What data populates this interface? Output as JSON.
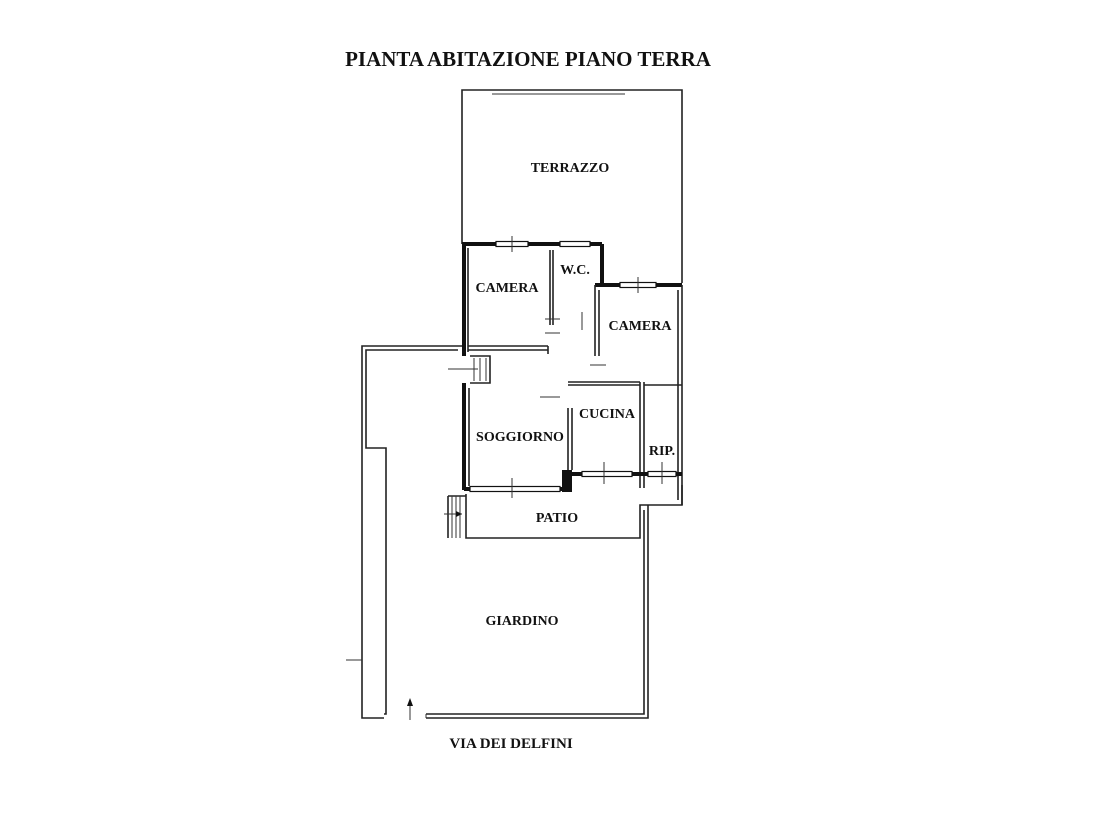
{
  "title": "PIANTA ABITAZIONE PIANO TERRA",
  "rooms": {
    "terrazzo": "TERRAZZO",
    "wc": "W.C.",
    "camera_left": "CAMERA",
    "camera_right": "CAMERA",
    "soggiorno": "SOGGIORNO",
    "cucina": "CUCINA",
    "ripostiglio": "RIP.",
    "patio": "PATIO",
    "giardino": "GIARDINO"
  },
  "street": "VIA DEI DELFINI"
}
